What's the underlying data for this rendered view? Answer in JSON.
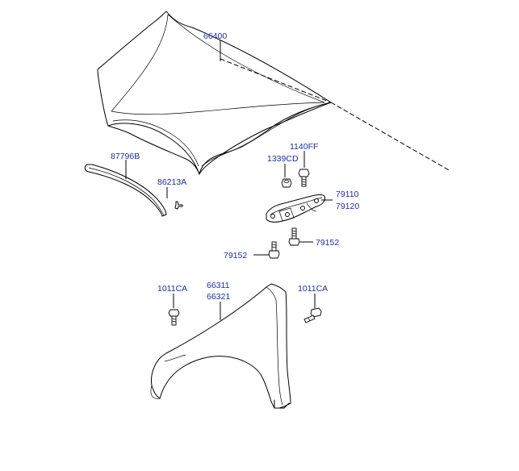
{
  "labels": {
    "hood": "66400",
    "weatherstrip": "87796B",
    "hood_stay_clip": "86213A",
    "hinge_bolt_top": "1140FF",
    "hinge_nut": "1339CD",
    "hinge_lh": "79110",
    "hinge_rh": "79120",
    "hinge_bolt_right": "79152",
    "hinge_bolt_left": "79152",
    "fender_lh": "66311",
    "fender_rh": "66321",
    "fender_bolt_left": "1011CA",
    "fender_bolt_right": "1011CA"
  },
  "colors": {
    "label_text": "#1c2f9c",
    "line": "#000000",
    "background": "#ffffff"
  }
}
